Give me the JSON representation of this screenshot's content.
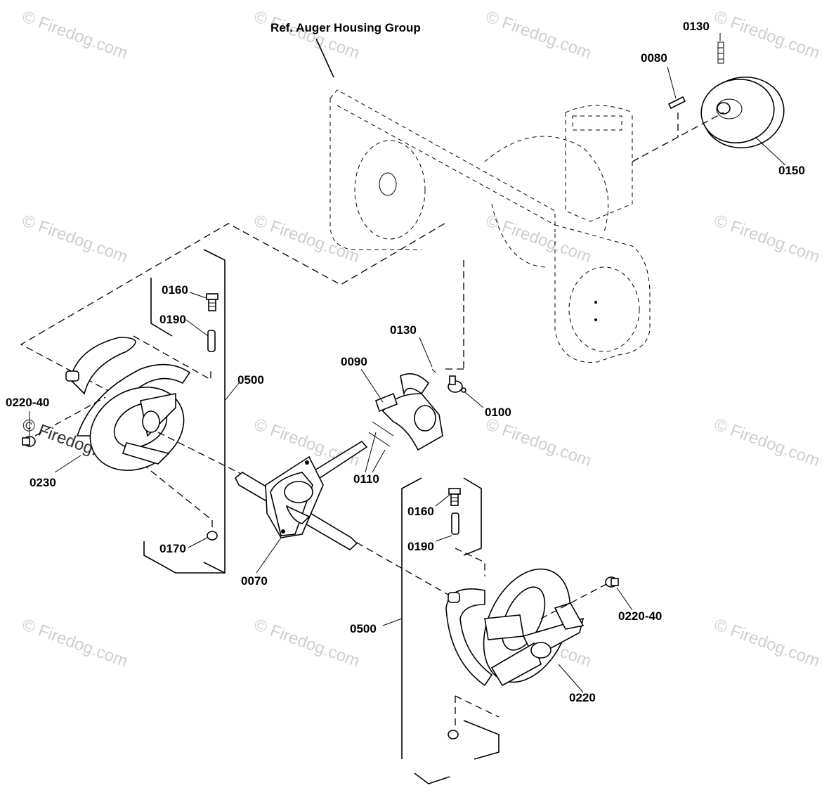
{
  "watermark": "© Firedog.com",
  "title_callout": "Ref. Auger Housing Group",
  "labels": {
    "p0130_top": "0130",
    "p0080": "0080",
    "p0150": "0150",
    "p0160_left": "0160",
    "p0190_left": "0190",
    "p0500_left": "0500",
    "p0220_40_left": "0220-40",
    "p0230": "0230",
    "p0170_left": "0170",
    "p0130_mid": "0130",
    "p0090": "0090",
    "p0100": "0100",
    "p0110": "0110",
    "p0070": "0070",
    "p0160_right": "0160",
    "p0190_right": "0190",
    "p0500_right": "0500",
    "p0220_40_right": "0220-40",
    "p0220": "0220"
  }
}
